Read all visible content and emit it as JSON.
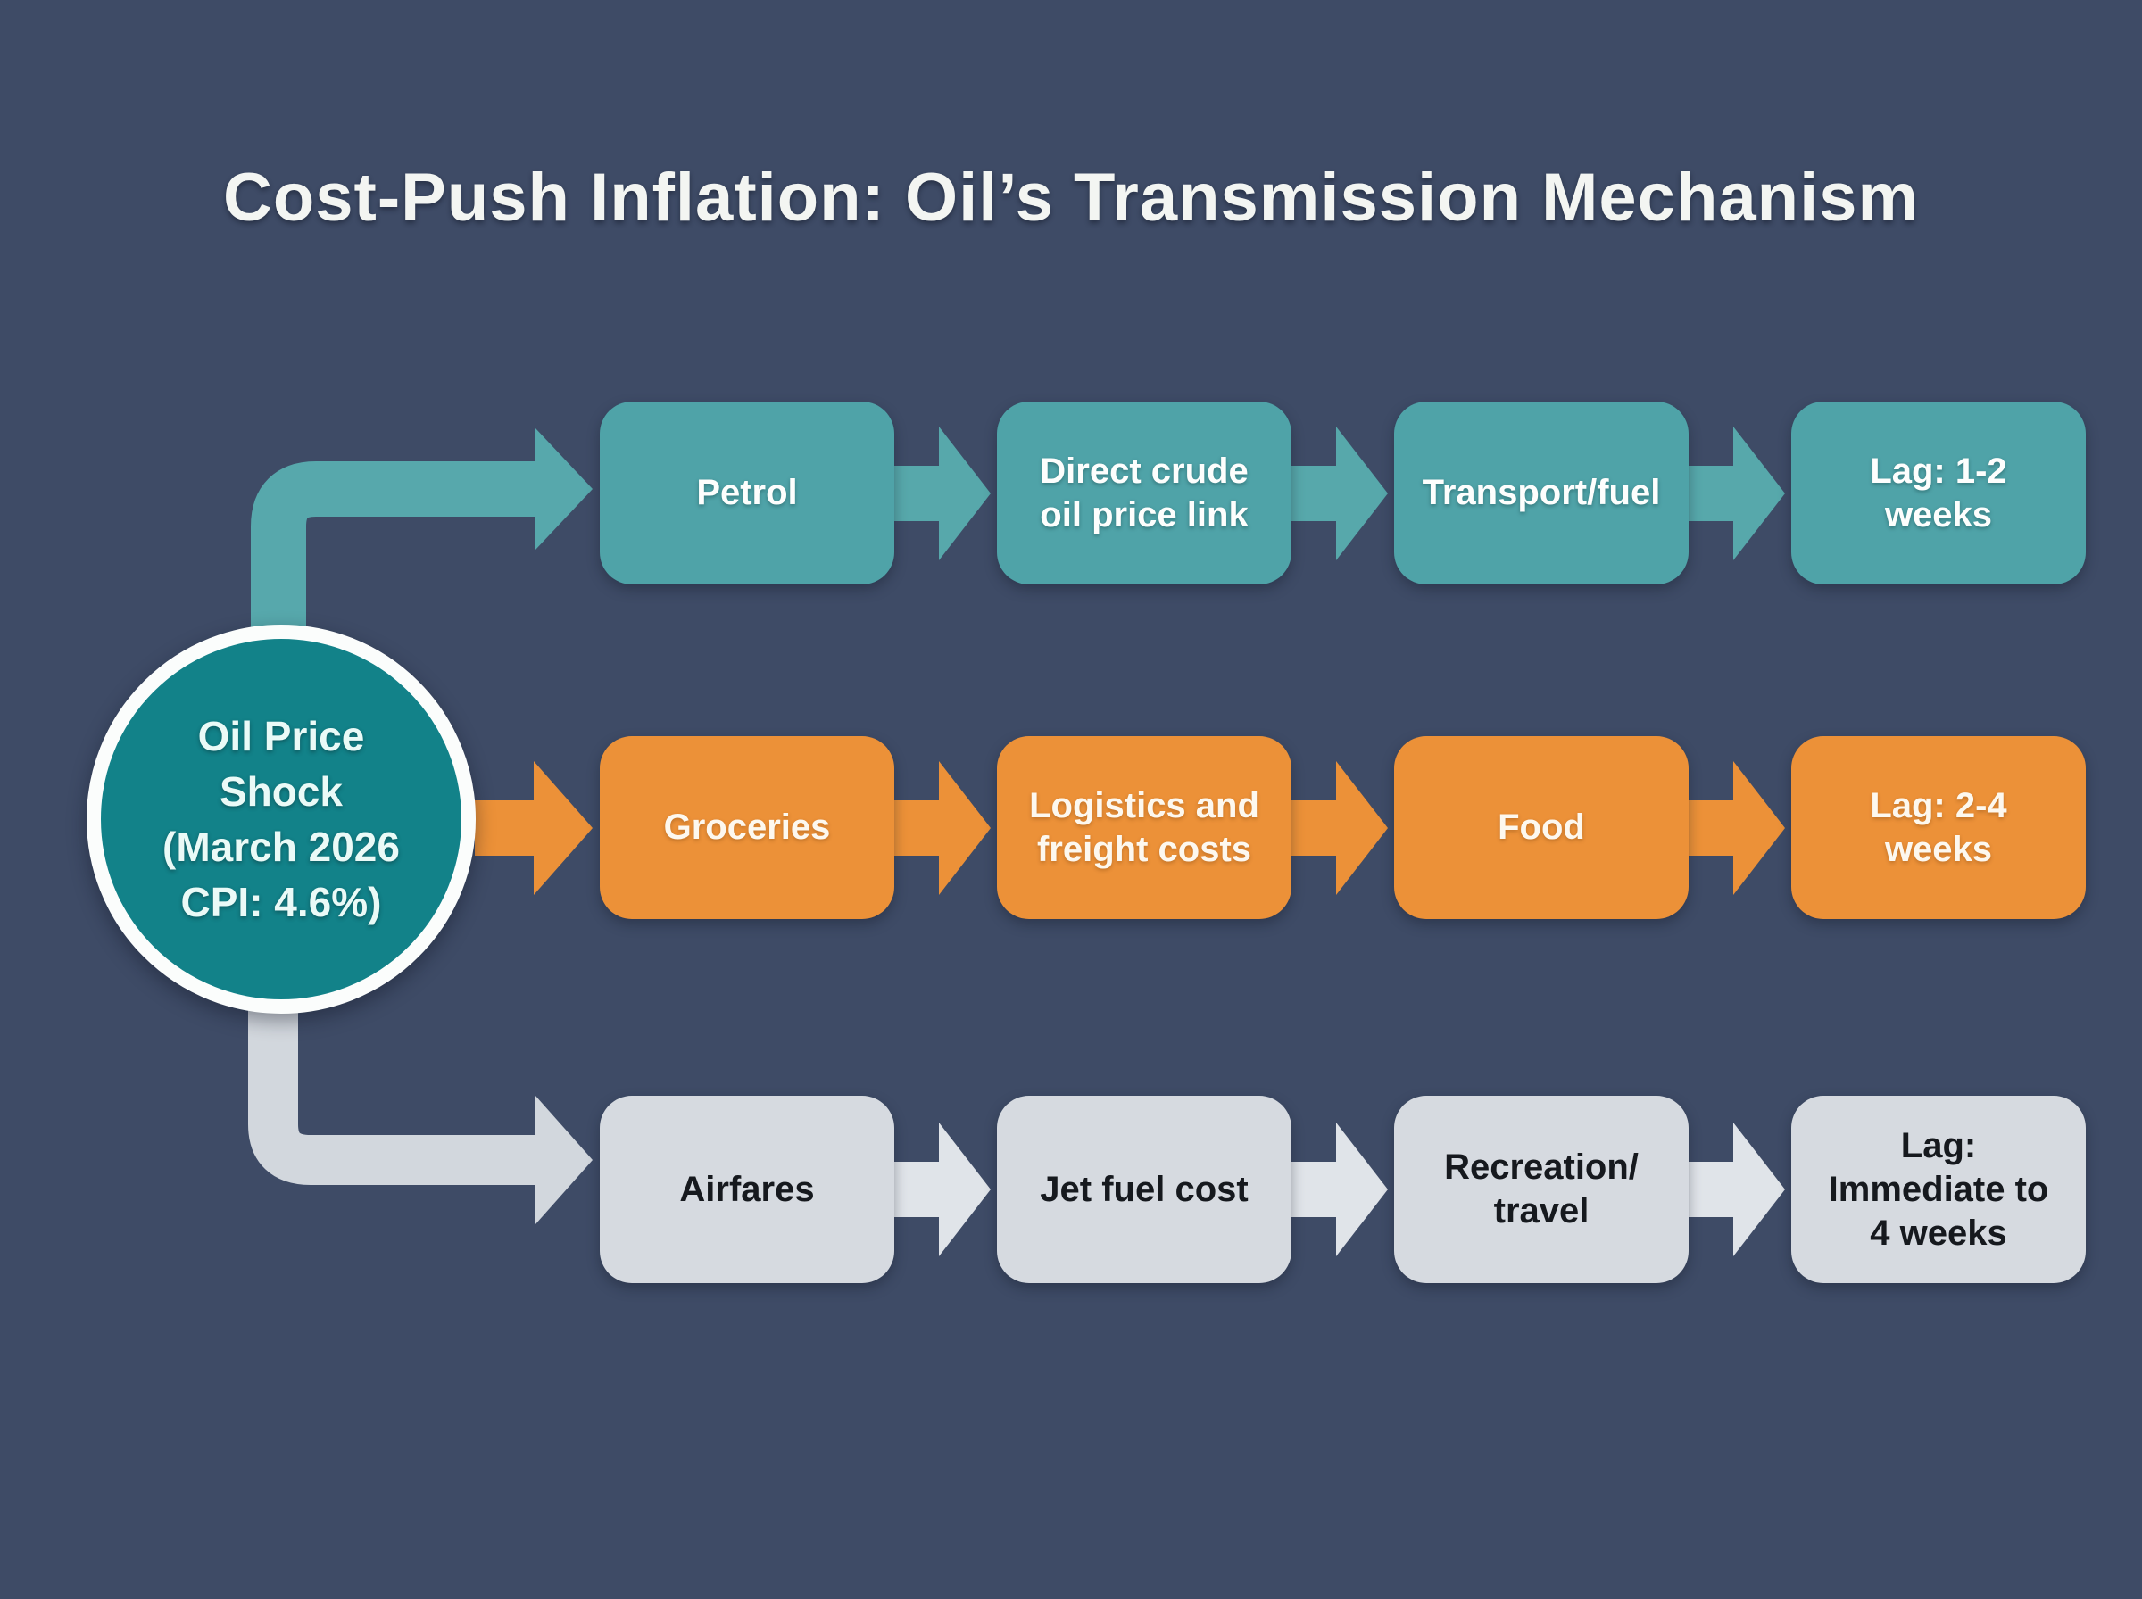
{
  "title": "Cost-Push Inflation: Oil’s Transmission Mechanism",
  "source": {
    "full_label": "Oil Price Shock (March 2026 CPI: 4.6%)",
    "lines": [
      "Oil Price",
      "Shock",
      "(March 2026",
      "CPI: 4.6%)"
    ],
    "cpi_value": "4.6%",
    "date": "March 2026"
  },
  "colors": {
    "background": "#3E4B66",
    "title_text": "#F3F5F2",
    "source_node_fill": "#128289",
    "source_node_ring": "#FBFDFC",
    "petrol_row": "#4FA3A8",
    "groceries_row": "#EC9138",
    "airfares_row": "#D6DAE0",
    "light_text": "#FDFEFD",
    "dark_text": "#16191E"
  },
  "rows": [
    {
      "name": "petrol-channel",
      "box_color": "#4FA3A8",
      "steps": [
        {
          "label": "Petrol",
          "lines": [
            "Petrol"
          ]
        },
        {
          "label": "Direct crude oil price link",
          "lines": [
            "Direct crude",
            "oil price link"
          ]
        },
        {
          "label": "Transport/fuel",
          "lines": [
            "Transport/fuel"
          ]
        },
        {
          "label": "Lag: 1-2 weeks",
          "lines": [
            "Lag: 1-2",
            "weeks"
          ]
        }
      ]
    },
    {
      "name": "groceries-channel",
      "box_color": "#EC9138",
      "steps": [
        {
          "label": "Groceries",
          "lines": [
            "Groceries"
          ]
        },
        {
          "label": "Logistics and freight costs",
          "lines": [
            "Logistics and",
            "freight costs"
          ]
        },
        {
          "label": "Food",
          "lines": [
            "Food"
          ]
        },
        {
          "label": "Lag: 2-4 weeks",
          "lines": [
            "Lag: 2-4",
            "weeks"
          ]
        }
      ]
    },
    {
      "name": "airfares-channel",
      "box_color": "#D6DAE0",
      "steps": [
        {
          "label": "Airfares",
          "lines": [
            "Airfares"
          ]
        },
        {
          "label": "Jet fuel cost",
          "lines": [
            "Jet fuel cost"
          ]
        },
        {
          "label": "Recreation/travel",
          "lines": [
            "Recreation/",
            "travel"
          ]
        },
        {
          "label": "Lag: Immediate to 4 weeks",
          "lines": [
            "Lag:",
            "Immediate to",
            "4 weeks"
          ]
        }
      ]
    }
  ]
}
